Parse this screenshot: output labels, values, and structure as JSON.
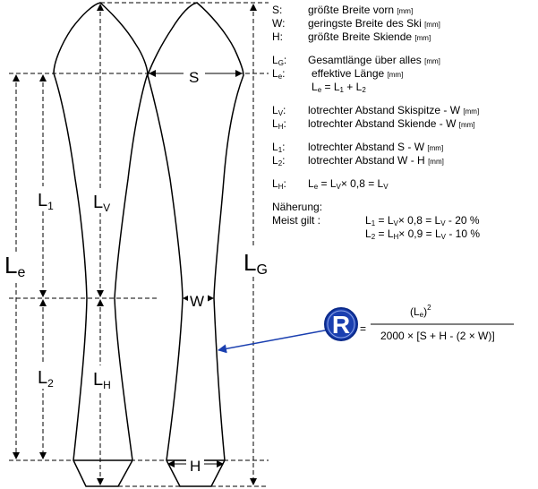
{
  "labels": {
    "S": "S",
    "W": "W",
    "H": "H",
    "L1": "L",
    "L1_sub": "1",
    "L2": "L",
    "L2_sub": "2",
    "Le": "L",
    "Le_sub": "e",
    "LV": "L",
    "LV_sub": "V",
    "LH": "L",
    "LH_sub": "H",
    "LG": "L",
    "LG_sub": "G"
  },
  "legend": {
    "S_key": "S:",
    "S_desc": "größte Breite vorn",
    "S_unit": "[mm]",
    "W_key": "W:",
    "W_desc": "geringste Breite des Ski",
    "W_unit": "[mm]",
    "H_key": "H:",
    "H_desc": "größte Breite Skiende",
    "H_unit": "[mm]",
    "LG_key": "L",
    "LG_key_sub": "G",
    "LG_key_colon": ":",
    "LG_desc": "Gesamtlänge über alles",
    "LG_unit": "[mm]",
    "Le_key": "L",
    "Le_key_sub": "e",
    "Le_key_colon": ":",
    "Le_desc": "effektive Länge",
    "Le_unit": "[mm]",
    "Le_formula_a": "L",
    "Le_formula_a_sub": "e",
    "Le_formula_b": " = L",
    "Le_formula_b_sub": "1",
    "Le_formula_c": " + L",
    "Le_formula_c_sub": "2",
    "LV_key": "L",
    "LV_key_sub": "V",
    "LV_key_colon": ":",
    "LV_desc": "lotrechter Abstand Skispitze - W",
    "LV_unit": "[mm]",
    "LH_key": "L",
    "LH_key_sub": "H",
    "LH_key_colon": ":",
    "LH_desc": "lotrechter Abstand Skiende - W",
    "LH_unit": "[mm]",
    "L1_key": "L",
    "L1_key_sub": "1",
    "L1_key_colon": ":",
    "L1_desc": "lotrechter Abstand S - W",
    "L1_unit": "[mm]",
    "L2_key": "L",
    "L2_key_sub": "2",
    "L2_key_colon": ":",
    "L2_desc": "lotrechter Abstand W - H",
    "L2_unit": "[mm]",
    "LH2_key": "L",
    "LH2_key_sub": "H",
    "LH2_key_colon": ":",
    "LH2_formula": "L",
    "LH2_formula_sub": "e",
    "LH2_formula_mid": " = L",
    "LH2_formula_mid_sub": "V",
    "LH2_formula_end": "× 0,8 = L",
    "LH2_formula_end_sub": "V"
  },
  "approximation": {
    "title": "Näherung:",
    "meist": "Meist gilt :",
    "f1_a": "L",
    "f1_a_sub": "1",
    "f1_b": " = L",
    "f1_b_sub": "V",
    "f1_c": "× 0,8 = L",
    "f1_c_sub": "V",
    "f1_d": " - 20 %",
    "f2_a": "L",
    "f2_a_sub": "2",
    "f2_b": " = L",
    "f2_b_sub": "H",
    "f2_c": "× 0,9 = L",
    "f2_c_sub": "V",
    "f2_d": " - 10 %"
  },
  "radius": {
    "symbol": "R",
    "equals": "=",
    "numerator": "(L",
    "numerator_sub": "e",
    "numerator_close": ")",
    "numerator_sup": "2",
    "denominator": "2000 × [S + H - (2 × W)]"
  },
  "colors": {
    "outline": "#000000",
    "dash": "#000000",
    "badge": "#1a3fb0",
    "badge_text": "#ffffff",
    "arrow": "#1a3fb0"
  }
}
